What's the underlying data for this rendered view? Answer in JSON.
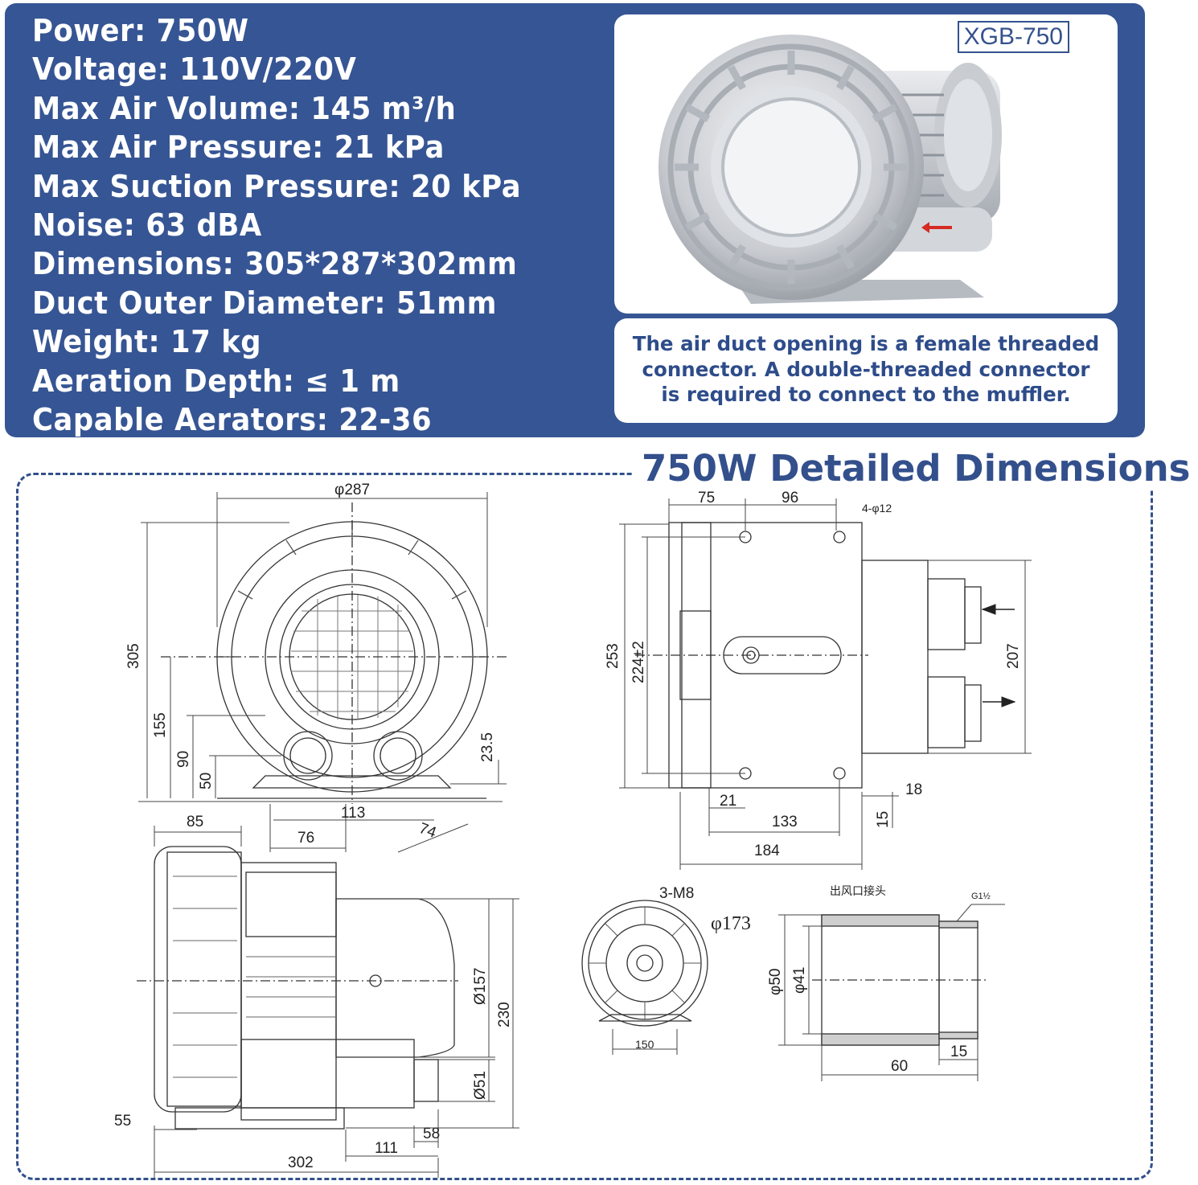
{
  "specs": [
    "Power: 750W",
    "Voltage: 110V/220V",
    "Max Air Volume: 145 m³/h",
    "Max Air Pressure: 21 kPa",
    "Max Suction Pressure: 20 kPa",
    "Noise: 63 dBA",
    "Dimensions: 305*287*302mm",
    "Duct Outer Diameter: 51mm",
    "Weight: 17 kg",
    "Aeration Depth: ≤ 1 m",
    "Capable Aerators: 22-36"
  ],
  "product": {
    "model": "XGB-750"
  },
  "note": "The air duct opening is a female threaded connector. A double-threaded connector is required to connect to the muffler.",
  "drawing_title": "750W Detailed Dimensions",
  "dimensions": {
    "front": {
      "width": "φ287",
      "height": "305",
      "h155": "155",
      "h90": "90",
      "h50": "50",
      "h23": "23.5",
      "d113": "113",
      "d76": "76",
      "d74": "74"
    },
    "side": {
      "d75": "75",
      "d96": "96",
      "holes": "4-φ12",
      "h253": "253",
      "h224": "224±2",
      "h207": "207",
      "d21": "21",
      "d133": "133",
      "d184": "184",
      "d18": "18",
      "d15": "15"
    },
    "bottom": {
      "d85": "85",
      "dia157": "Ø157",
      "h230": "230",
      "dia51": "Ø51",
      "d55": "55",
      "d58": "58",
      "d111": "111",
      "d302": "302"
    },
    "impeller": {
      "bolts": "3-M8",
      "dia173": "φ173",
      "d150": "150"
    },
    "connector": {
      "title": "出风口接头",
      "thread": "G1½",
      "dia50": "φ50",
      "dia41": "φ41",
      "d60": "60",
      "d15": "15"
    }
  }
}
